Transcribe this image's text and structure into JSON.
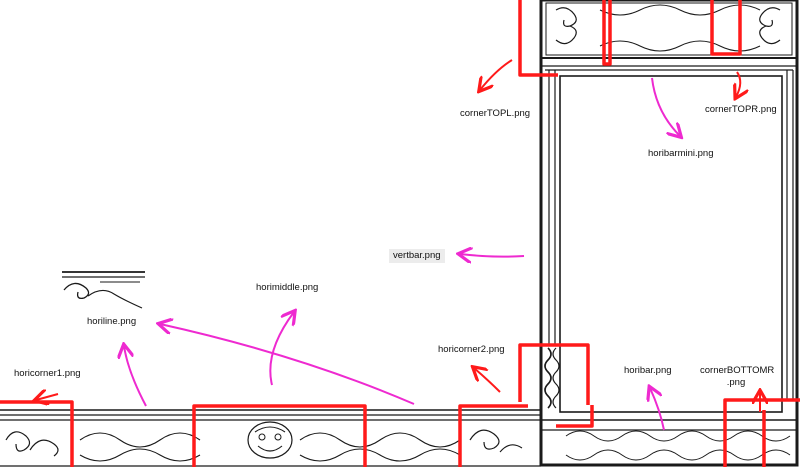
{
  "labels": {
    "corner_top_left": "cornerTOPL.png",
    "corner_top_right": "cornerTOPR.png",
    "hori_bar_mini": "horibarmini.png",
    "vert_bar": "vertbar.png",
    "hori_middle": "horimiddle.png",
    "hori_line": "horiline.png",
    "hori_corner_2": "horicorner2.png",
    "hori_corner_1": "horicorner1.png",
    "hori_bar": "horibar.png",
    "corner_bottom_right_line1": "cornerBOTTOMR",
    "corner_bottom_right_line2": ".png"
  },
  "colors": {
    "annotation_red": "#ff1a1a",
    "annotation_magenta": "#ee2ad0",
    "line_art": "#1a1a1a"
  }
}
